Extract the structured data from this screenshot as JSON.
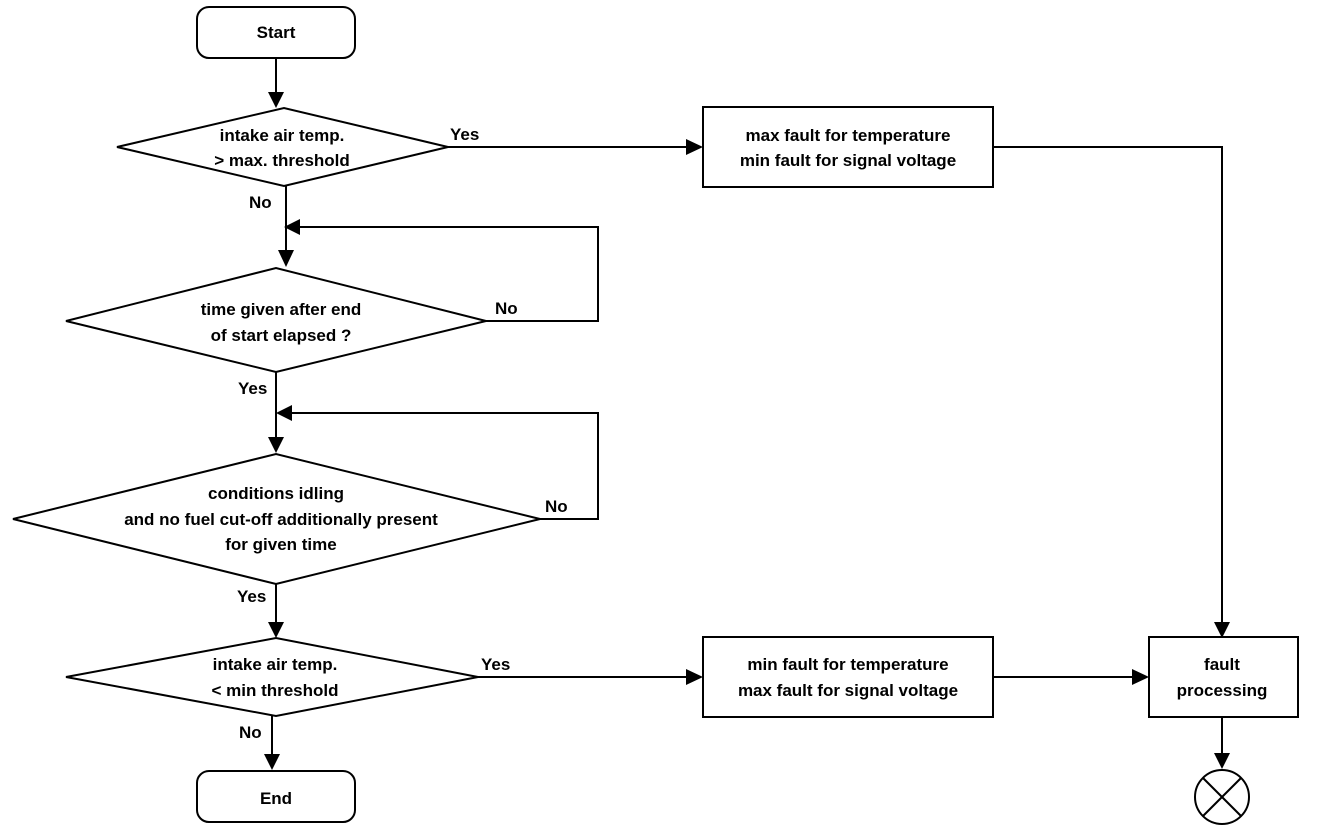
{
  "diagram": {
    "nodes": {
      "start": {
        "label": "Start"
      },
      "decision_max": {
        "lines": [
          "intake air temp.",
          "> max. threshold"
        ]
      },
      "decision_time": {
        "lines": [
          "time given after end",
          "of start elapsed ?"
        ]
      },
      "decision_idle": {
        "lines": [
          "conditions idling",
          "and no fuel cut-off additionally present",
          "for given time"
        ]
      },
      "decision_min": {
        "lines": [
          "intake air temp.",
          "< min  threshold"
        ]
      },
      "end": {
        "label": "End"
      },
      "process_max": {
        "lines": [
          "max fault for temperature",
          "min fault for signal voltage"
        ]
      },
      "process_min": {
        "lines": [
          "min fault for temperature",
          "max fault for signal voltage"
        ]
      },
      "fault_processing": {
        "lines": [
          "fault",
          "processing"
        ]
      }
    },
    "edge_labels": {
      "max_yes": "Yes",
      "max_no": "No",
      "time_no": "No",
      "time_yes": "Yes",
      "idle_no": "No",
      "idle_yes": "Yes",
      "min_yes": "Yes",
      "min_no": "No"
    },
    "icons": {
      "terminator": "crossed-circle"
    }
  }
}
